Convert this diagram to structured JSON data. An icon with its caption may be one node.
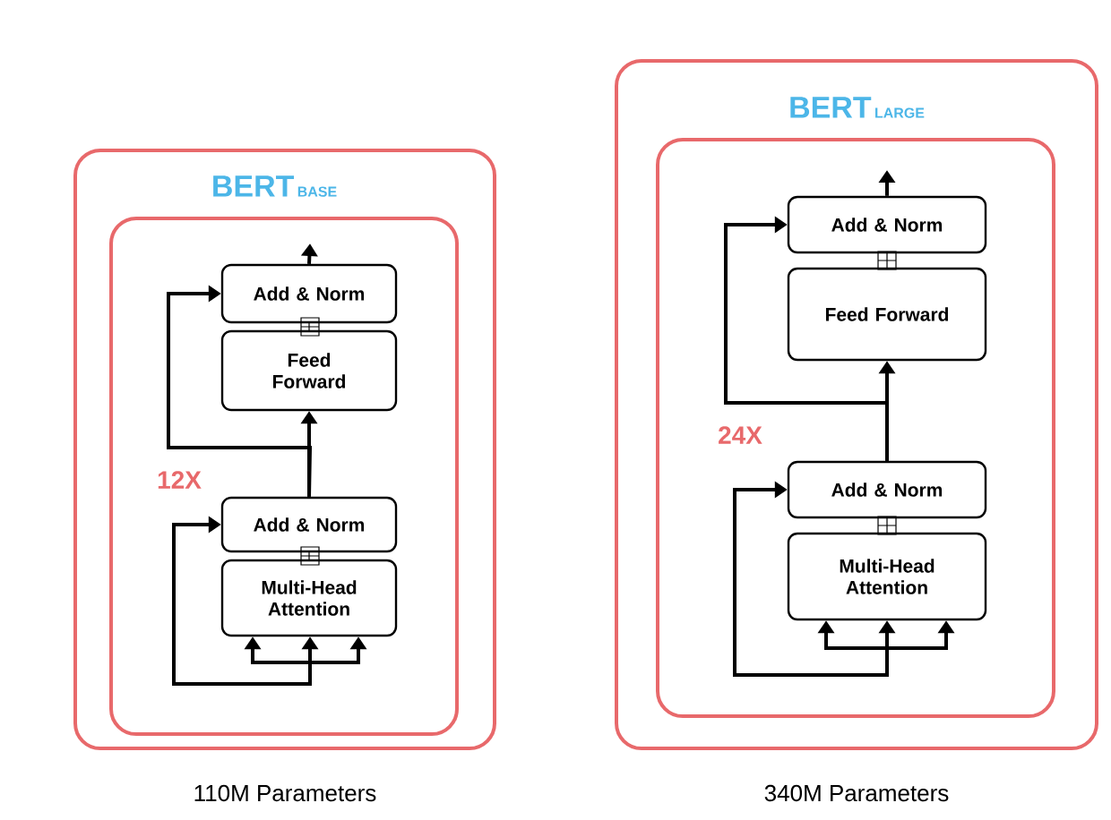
{
  "diagram": {
    "nodes": [
      {
        "text": [
          "BERT",
          "BASE"
        ],
        "beside": [
          "110M Parameters"
        ]
      },
      {
        "text": [
          "12X"
        ],
        "in": 0
      },
      {
        "text": [
          "Add & Norm"
        ],
        "in": 1
      },
      {
        "text": [
          "Feed Forward"
        ],
        "in": 1
      },
      {
        "text": [
          "Add & Norm"
        ],
        "in": 1
      },
      {
        "text": [
          "Multi-Head Attention"
        ],
        "in": 1
      },
      {
        "text": [
          "BERT",
          "LARGE"
        ],
        "beside": [
          "340M Parameters"
        ]
      },
      {
        "text": [
          "24X"
        ],
        "in": 6
      },
      {
        "text": [
          "Add & Norm"
        ],
        "in": 7
      },
      {
        "text": [
          "Feed Forward"
        ],
        "in": 7
      },
      {
        "text": [
          "Add & Norm"
        ],
        "in": 7
      },
      {
        "text": [
          "Multi-Head Attention"
        ],
        "in": 7
      }
    ],
    "edges": [
      {
        "from": 2,
        "to": null,
        "arrow": "to"
      },
      {
        "from": 3,
        "to": 2,
        "arrow": "none"
      },
      {
        "from": 4,
        "to": 3,
        "arrow": "to"
      },
      {
        "from": 4,
        "to": 2,
        "arrow": "to"
      },
      {
        "from": 5,
        "to": 4,
        "arrow": "none"
      },
      {
        "from": null,
        "to": 5,
        "arrow": "to"
      },
      {
        "from": null,
        "to": 5,
        "arrow": "to"
      },
      {
        "from": null,
        "to": 5,
        "arrow": "to"
      },
      {
        "from": null,
        "to": 4,
        "arrow": "to"
      },
      {
        "from": 8,
        "to": null,
        "arrow": "to"
      },
      {
        "from": 9,
        "to": 8,
        "arrow": "none"
      },
      {
        "from": 10,
        "to": 9,
        "arrow": "to"
      },
      {
        "from": 10,
        "to": 8,
        "arrow": "to"
      },
      {
        "from": 11,
        "to": 10,
        "arrow": "none"
      },
      {
        "from": null,
        "to": 11,
        "arrow": "to"
      },
      {
        "from": null,
        "to": 11,
        "arrow": "to"
      },
      {
        "from": null,
        "to": 11,
        "arrow": "to"
      },
      {
        "from": null,
        "to": 10,
        "arrow": "to"
      }
    ]
  }
}
